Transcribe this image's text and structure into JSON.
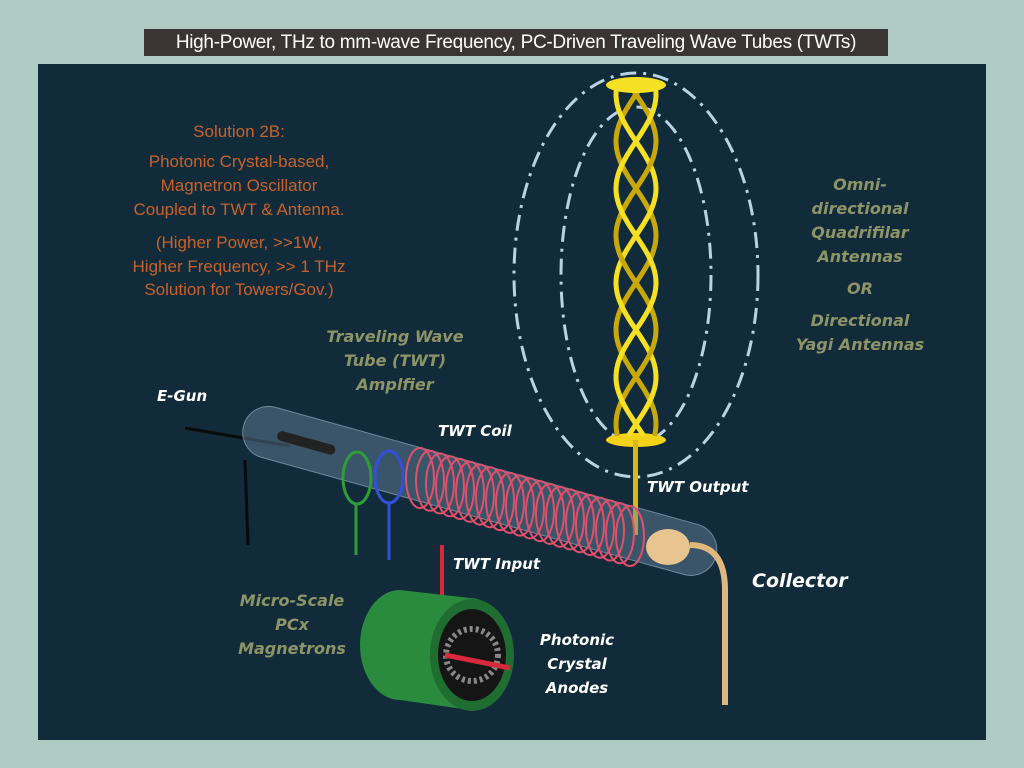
{
  "title": "High-Power, THz to mm-wave Frequency, PC-Driven Traveling Wave Tubes (TWTs)",
  "solution": {
    "heading": "Solution 2B:",
    "lines": [
      "Photonic Crystal-based,",
      "Magnetron Oscillator",
      "Coupled to TWT & Antenna."
    ],
    "notes": [
      "(Higher Power, >>1W,",
      "Higher Frequency, >> 1 THz",
      "Solution for Towers/Gov.)"
    ]
  },
  "labels": {
    "twt_amp": [
      "Traveling Wave",
      "Tube (TWT)",
      "Amplfier"
    ],
    "antennas": [
      "Omni-",
      "directional",
      "Quadrifilar",
      "Antennas",
      "OR",
      "Directional",
      "Yagi Antennas"
    ],
    "egun": "E-Gun",
    "twt_coil": "TWT Coil",
    "twt_output": "TWT Output",
    "twt_input": "TWT Input",
    "collector": "Collector",
    "magnetrons": [
      "Micro-Scale",
      "PCx",
      "Magnetrons"
    ],
    "anodes": [
      "Photonic",
      "Crystal",
      "Anodes"
    ]
  },
  "colors": {
    "panel": "#112b3a",
    "orange": "#c8622a",
    "olive": "#8e9466",
    "helix": "#f2d31a",
    "coil": "#e0506a"
  }
}
